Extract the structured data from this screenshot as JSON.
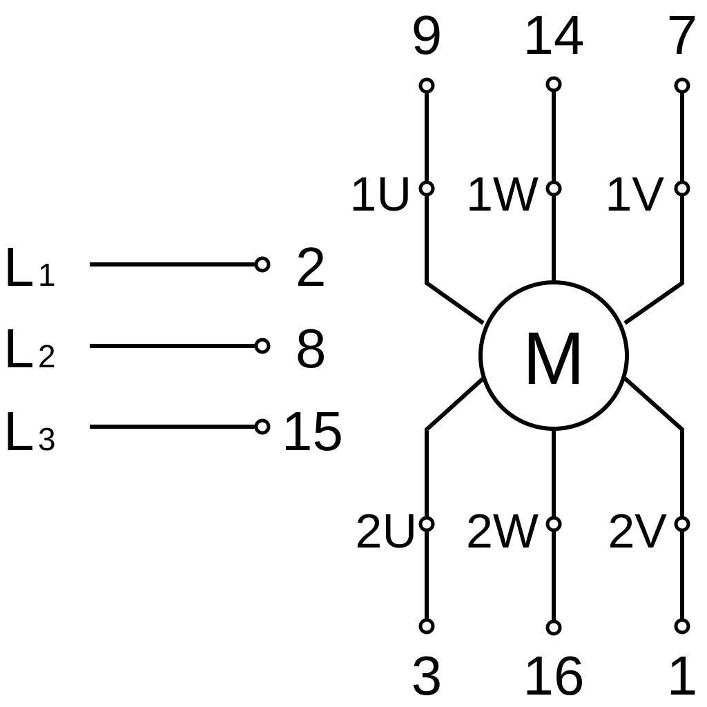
{
  "supply_lines": [
    {
      "letter": "L",
      "index": "1",
      "terminal": "2"
    },
    {
      "letter": "L",
      "index": "2",
      "terminal": "8"
    },
    {
      "letter": "L",
      "index": "3",
      "terminal": "15"
    }
  ],
  "motor": {
    "label": "M"
  },
  "top_terminals": [
    "9",
    "14",
    "7"
  ],
  "winding_start_labels": [
    "1U",
    "1W",
    "1V"
  ],
  "winding_end_labels": [
    "2U",
    "2W",
    "2V"
  ],
  "bottom_terminals": [
    "3",
    "16",
    "1"
  ]
}
